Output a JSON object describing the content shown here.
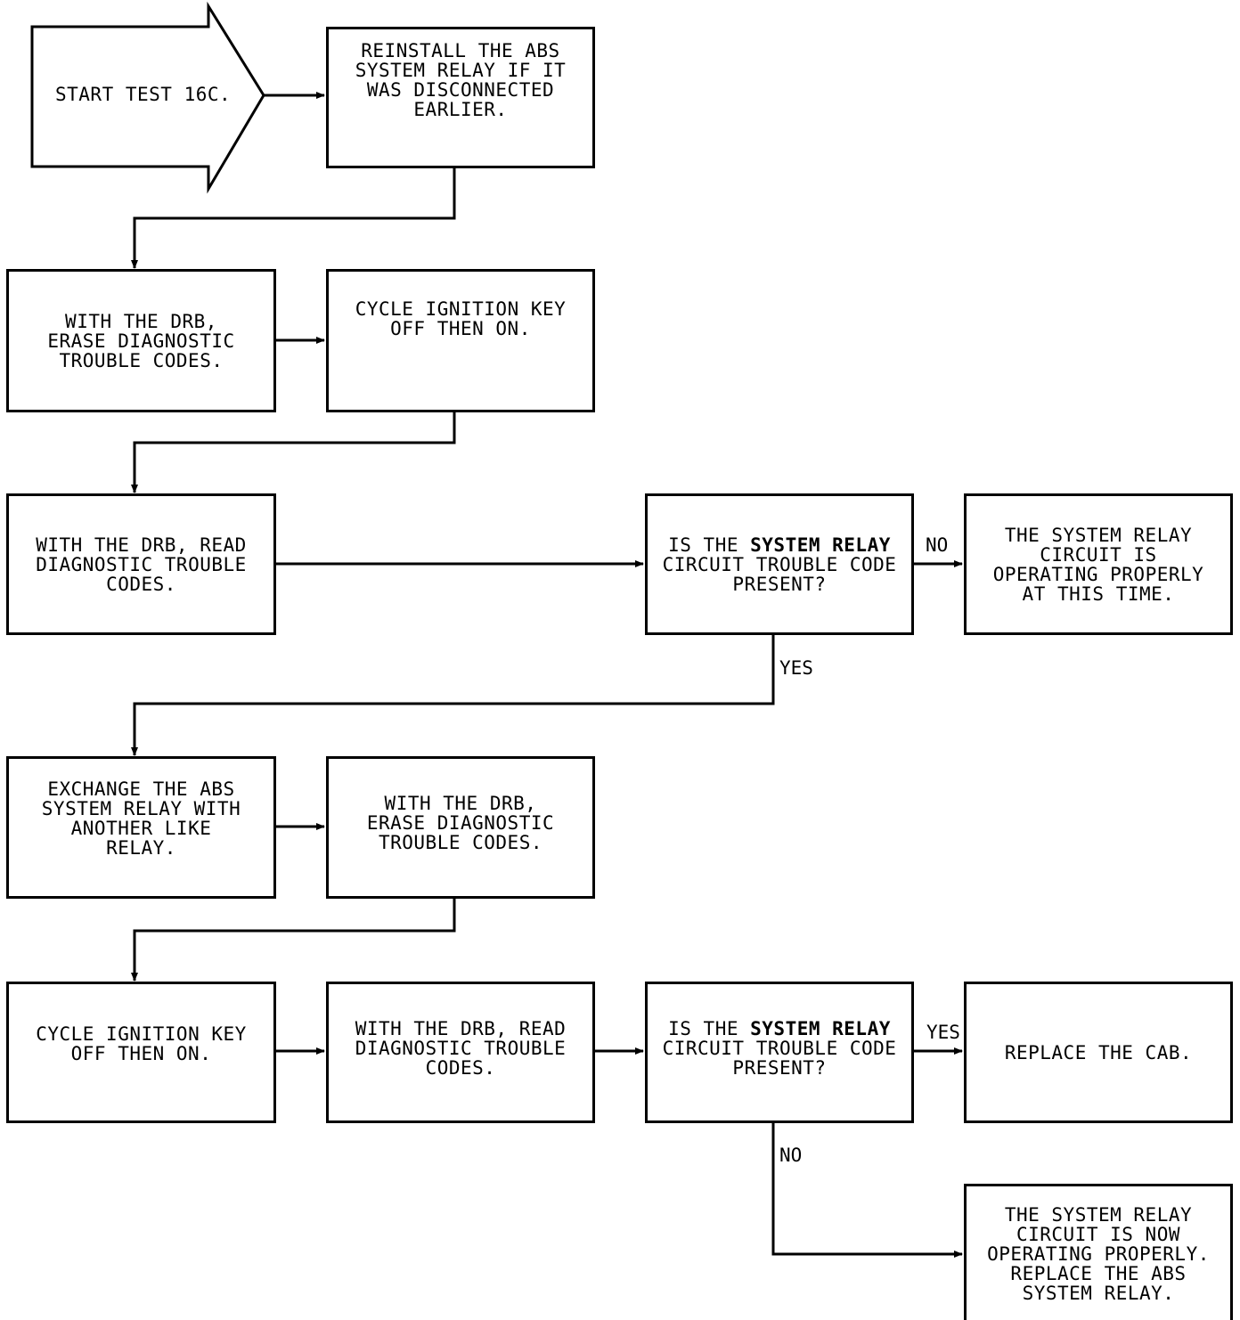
{
  "start": {
    "label": "START TEST 16C."
  },
  "steps": {
    "reinstall": "REINSTALL THE ABS\nSYSTEM RELAY IF IT\nWAS DISCONNECTED\nEARLIER.",
    "erase_1": "WITH THE DRB,\nERASE DIAGNOSTIC\nTROUBLE CODES.",
    "cycle_1": "CYCLE IGNITION KEY\nOFF THEN ON.",
    "read_1": "WITH THE DRB, READ\nDIAGNOSTIC TROUBLE\nCODES.",
    "question_1_pre": "IS THE ",
    "question_1_bold": "SYSTEM RELAY",
    "question_1_post": "\nCIRCUIT TROUBLE CODE\nPRESENT?",
    "ok_1": "THE SYSTEM RELAY\nCIRCUIT IS\nOPERATING PROPERLY\nAT THIS TIME.",
    "exchange": "EXCHANGE THE ABS\nSYSTEM RELAY WITH\nANOTHER LIKE\nRELAY.",
    "erase_2": "WITH THE DRB,\nERASE DIAGNOSTIC\nTROUBLE CODES.",
    "cycle_2": "CYCLE IGNITION KEY\nOFF THEN ON.",
    "read_2": "WITH THE DRB, READ\nDIAGNOSTIC TROUBLE\nCODES.",
    "question_2_pre": "IS THE ",
    "question_2_bold": "SYSTEM RELAY",
    "question_2_post": "\nCIRCUIT TROUBLE CODE\nPRESENT?",
    "replace_cab": "REPLACE THE CAB.",
    "ok_2": "THE SYSTEM RELAY\nCIRCUIT IS NOW\nOPERATING PROPERLY.\nREPLACE THE ABS\nSYSTEM RELAY."
  },
  "branch_labels": {
    "q1_no": "NO",
    "q1_yes": "YES",
    "q2_yes": "YES",
    "q2_no": "NO"
  },
  "colors": {
    "line": "#000000",
    "background": "#ffffff"
  }
}
